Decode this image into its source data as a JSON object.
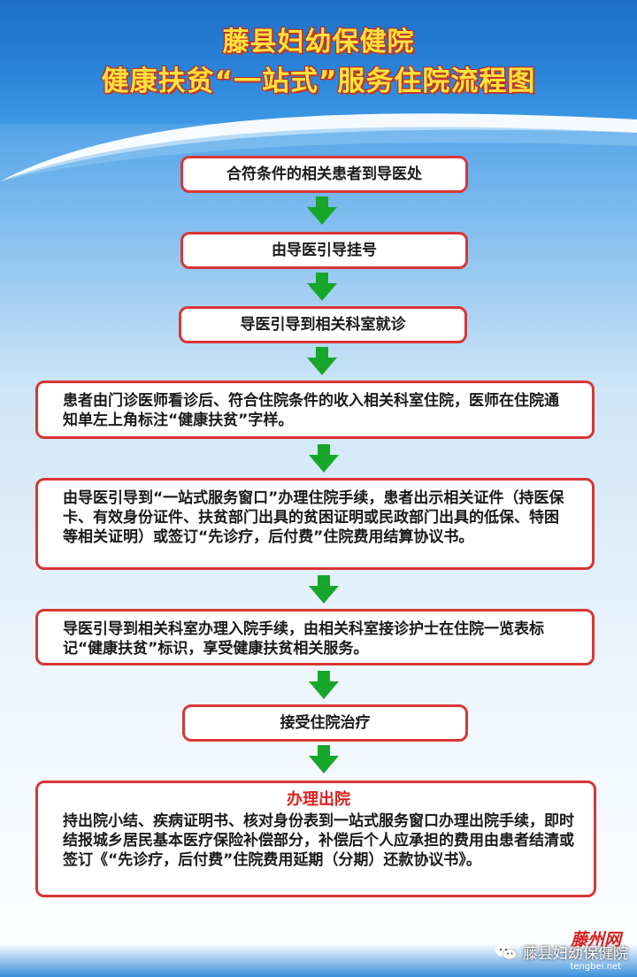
{
  "header": {
    "title_line1": "藤县妇幼保健院",
    "title_line2": "健康扶贫“一站式”服务住院流程图"
  },
  "steps": [
    {
      "text": "合符条件的相关患者到导医处"
    },
    {
      "text": "由导医引导挂号"
    },
    {
      "text": "导医引导到相关科室就诊"
    },
    {
      "text": "患者由门诊医师看诊后、符合住院条件的收入相关科室住院，医师在住院通知单左上角标注“健康扶贫”字样。"
    },
    {
      "text": "由导医引导到“一站式服务窗口”办理住院手续，患者出示相关证件（持医保卡、有效身份证件、扶贫部门出具的贫困证明或民政部门出具的低保、特困等相关证明）或签订“先诊疗，后付费”住院费用结算协议书。"
    },
    {
      "text": "导医引导到相关科室办理入院手续，由相关科室接诊护士在住院一览表标记“健康扶贫”标识，享受健康扶贫相关服务。"
    },
    {
      "text": "接受住院治疗"
    },
    {
      "title": "办理出院",
      "text": "持出院小结、疾病证明书、核对身份表到一站式服务窗口办理出院手续，即时结报城乡居民基本医疗保险补偿部分，补偿后个人应承担的费用由患者结清或签订《“先诊疗，后付费”住院费用延期（分期）还款协议书》。"
    }
  ],
  "footer": {
    "account_name": "藤县妇幼保健院",
    "logo_text": "藤州网",
    "url": "tengbei.net"
  },
  "colors": {
    "box_border": "#d93535",
    "arrow": "#16a629",
    "title_text": "#ffe23a"
  }
}
